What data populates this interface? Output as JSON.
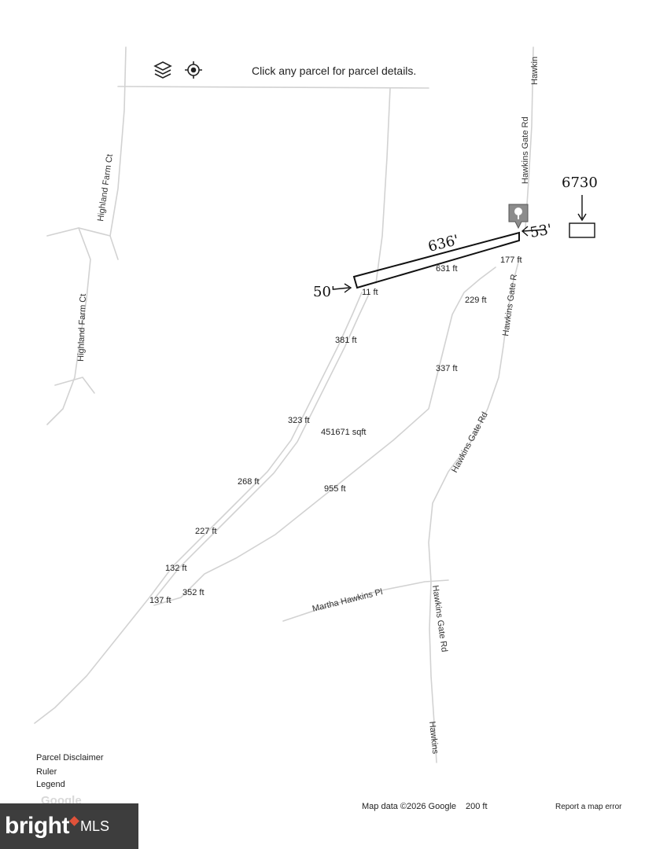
{
  "toolbar": {
    "layers_icon": "layers-icon",
    "locate_icon": "crosshair-icon",
    "instruction": "Click any parcel for parcel details."
  },
  "roads": {
    "highland_farm_ct_1": "Highland Farm Ct",
    "highland_farm_ct_2": "Highland Farm Ct",
    "hawkins_gate_rd_top": "Hawkins Gate Rd",
    "hawkin_top": "Hawkin",
    "hawkins_gate_rd_2": "Hawkins Gate R",
    "hawkins_gate_rd_3": "Hawkins Gate Rd",
    "hawkins_gate_rd_4": "Hawkins Gate Rd",
    "hawkins_bottom": "Hawkins",
    "martha_hawkins_pl": "Martha Hawkins Pl"
  },
  "measurements": {
    "m1": "11 ft",
    "m2": "631 ft",
    "m3": "177 ft",
    "m4": "229 ft",
    "m5": "381 ft",
    "m6": "337 ft",
    "m7": "323 ft",
    "area": "451671 sqft",
    "m8": "268 ft",
    "m9": "955 ft",
    "m10": "227 ft",
    "m11": "132 ft",
    "m12": "352 ft",
    "m13": "137 ft"
  },
  "handwritten": {
    "parcel_number": "6730",
    "top_side": "636'",
    "right_side": "53'",
    "left_side": "50'"
  },
  "marker_icon": "tree-pin-icon",
  "bottom_links": {
    "disclaimer": "Parcel Disclaimer",
    "ruler": "Ruler",
    "legend": "Legend"
  },
  "attribution": {
    "google": "Google",
    "map_data": "Map data ©2026 Google",
    "scale": "200 ft",
    "report": "Report a map error"
  },
  "logo": {
    "brand": "bright",
    "suffix": "MLS"
  },
  "colors": {
    "road": "#cfcfcf",
    "logo_bg": "#3d3d3d",
    "logo_accent": "#e0523a"
  }
}
